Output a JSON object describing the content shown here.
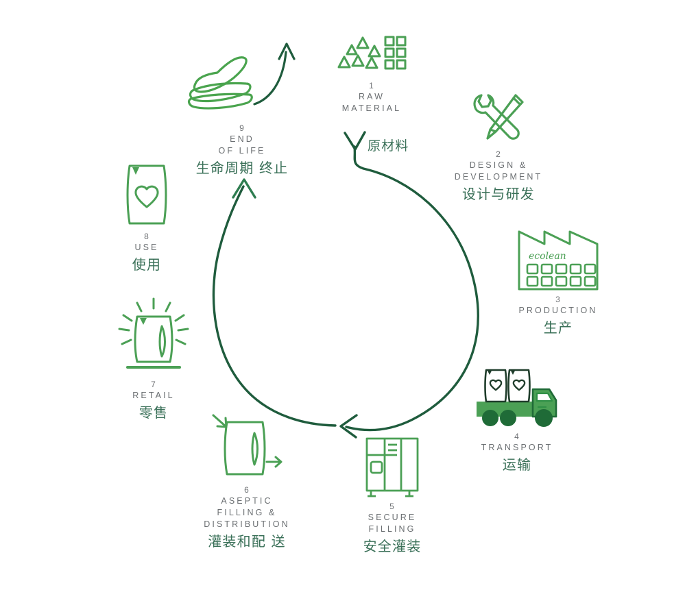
{
  "diagram": {
    "title": "Ecolean package lifecycle cycle diagram",
    "brand_text": "ecolean",
    "colors": {
      "icon_green": "#4ba055",
      "cycle_line": "#1f5c3d",
      "chinese_text": "#3a7058",
      "english_text": "#6b6f72",
      "truck_body": "#4ba055",
      "wheel_dark": "#1f6b37",
      "background": "#ffffff"
    }
  },
  "steps": [
    {
      "number": "1",
      "en": "RAW\nMATERIAL",
      "cn": "原材料",
      "icon": "raw-material-icon"
    },
    {
      "number": "2",
      "en": "DESIGN &\nDEVELOPMENT",
      "cn": "设计与研发",
      "icon": "design-development-icon"
    },
    {
      "number": "3",
      "en": "PRODUCTION",
      "cn": "生产",
      "icon": "production-factory-icon"
    },
    {
      "number": "4",
      "en": "TRANSPORT",
      "cn": "运输",
      "icon": "transport-truck-icon"
    },
    {
      "number": "5",
      "en": "SECURE\nFILLING",
      "cn": "安全灌装",
      "icon": "secure-filling-machine-icon"
    },
    {
      "number": "6",
      "en": "ASEPTIC\nFILLING &\nDISTRIBUTION",
      "cn": "灌装和配 送",
      "icon": "aseptic-filling-distribution-icon"
    },
    {
      "number": "7",
      "en": "RETAIL",
      "cn": "零售",
      "icon": "retail-shelf-icon"
    },
    {
      "number": "8",
      "en": "USE",
      "cn": "使用",
      "icon": "use-heart-pouch-icon"
    },
    {
      "number": "9",
      "en": "END\nOF LIFE",
      "cn": "生命周期 终止",
      "icon": "end-of-life-flattened-pouch-icon"
    }
  ]
}
